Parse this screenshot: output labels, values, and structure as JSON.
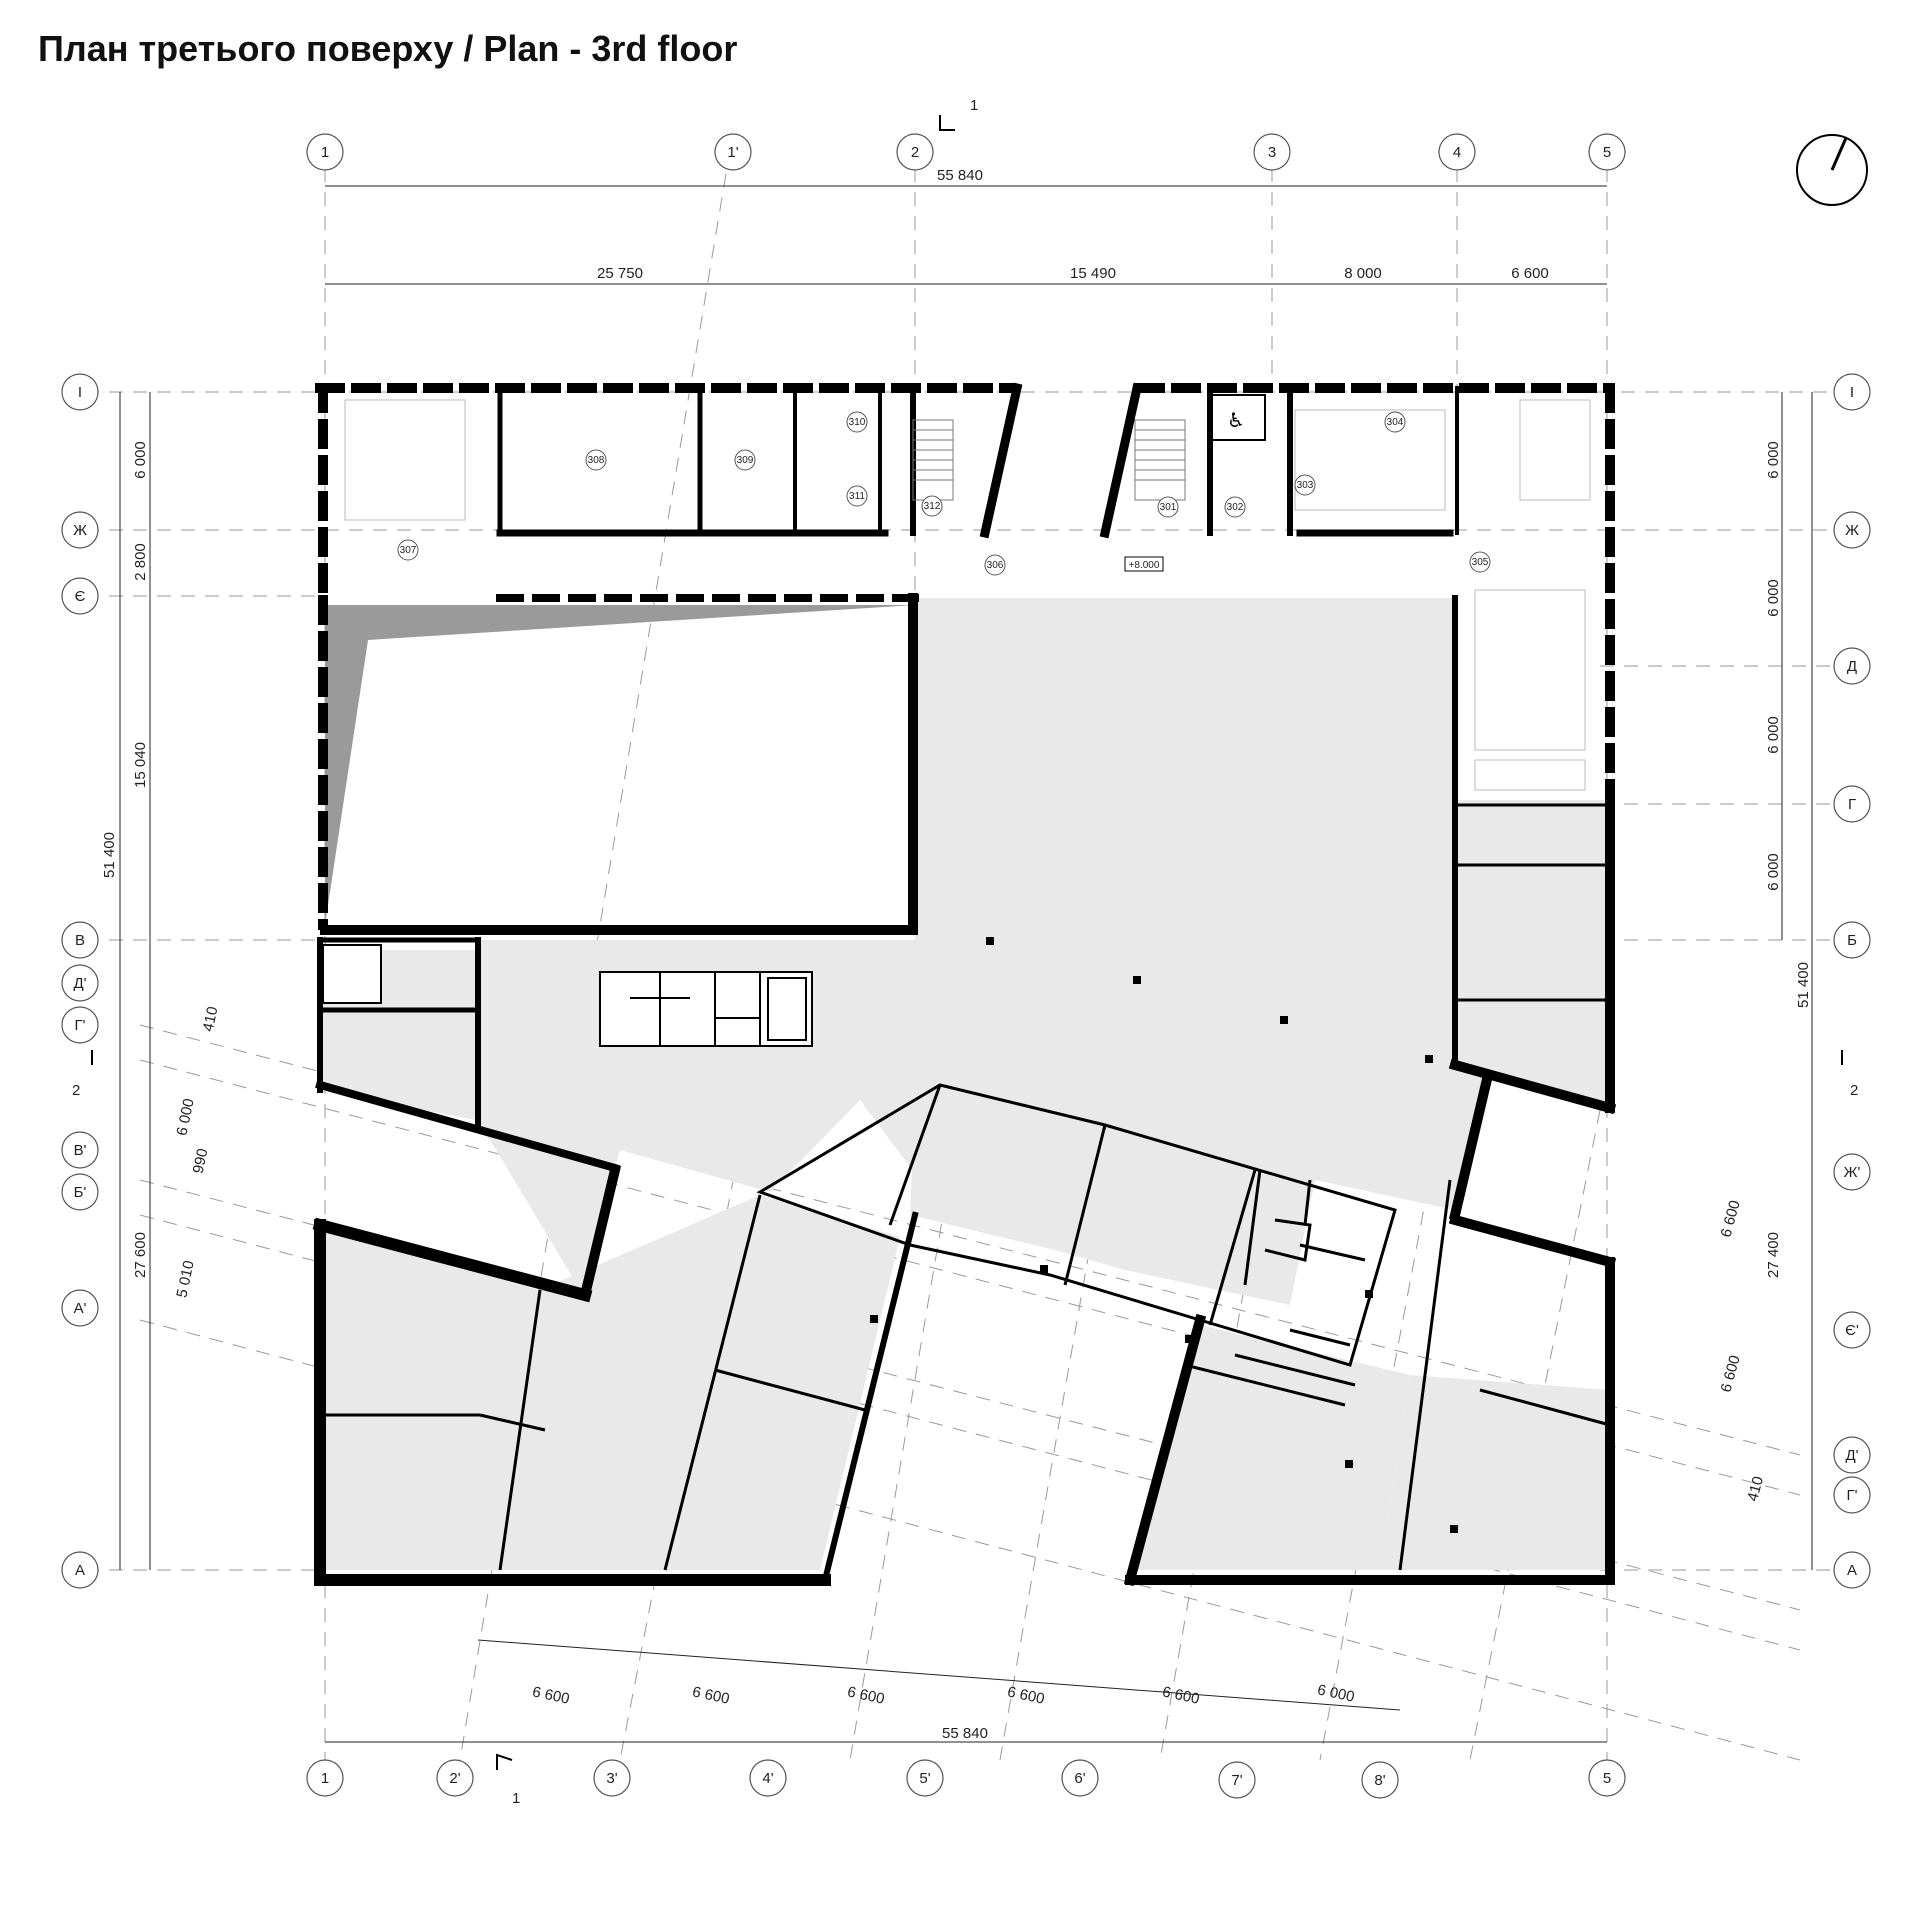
{
  "title": "План третього поверху / Plan - 3rd floor",
  "axes": {
    "top": [
      "1",
      "1'",
      "2",
      "3",
      "4",
      "5"
    ],
    "bottom": [
      "1",
      "2'",
      "3'",
      "4'",
      "5'",
      "6'",
      "7'",
      "8'",
      "5"
    ],
    "left": [
      "І",
      "Ж",
      "Є",
      "В",
      "Д'",
      "Г'",
      "В'",
      "Б'",
      "А'",
      "А"
    ],
    "right": [
      "І",
      "Ж",
      "Д",
      "Г",
      "Б",
      "Ж'",
      "Є'",
      "Д'",
      "Г'",
      "А"
    ]
  },
  "dimensions": {
    "top_total": "55 840",
    "top_segments": [
      "25 750",
      "15 490",
      "8 000",
      "6 600"
    ],
    "bottom_total": "55 840",
    "bottom_segments": [
      "6 600",
      "6 600",
      "6 600",
      "6 600",
      "6 600",
      "6 000"
    ],
    "left_segments": [
      "6 000",
      "2 800",
      "15 040",
      "51 400",
      "410",
      "6 000",
      "990",
      "5 010",
      "27 600"
    ],
    "right_segments": [
      "6 000",
      "6 000",
      "6 000",
      "6 000",
      "51 400",
      "6 600",
      "27 400",
      "6 600",
      "410"
    ]
  },
  "rooms": [
    "301",
    "302",
    "303",
    "304",
    "305",
    "306",
    "307",
    "308",
    "309",
    "310",
    "311",
    "312"
  ],
  "level": "+8.000",
  "section_marks": {
    "section_1": "1",
    "section_2": "2"
  },
  "accessible_symbol": "♿",
  "colors": {
    "wall": "#000000",
    "floor": "#e9e9e9",
    "line": "#999999",
    "ramp": "#9a9a9a"
  }
}
